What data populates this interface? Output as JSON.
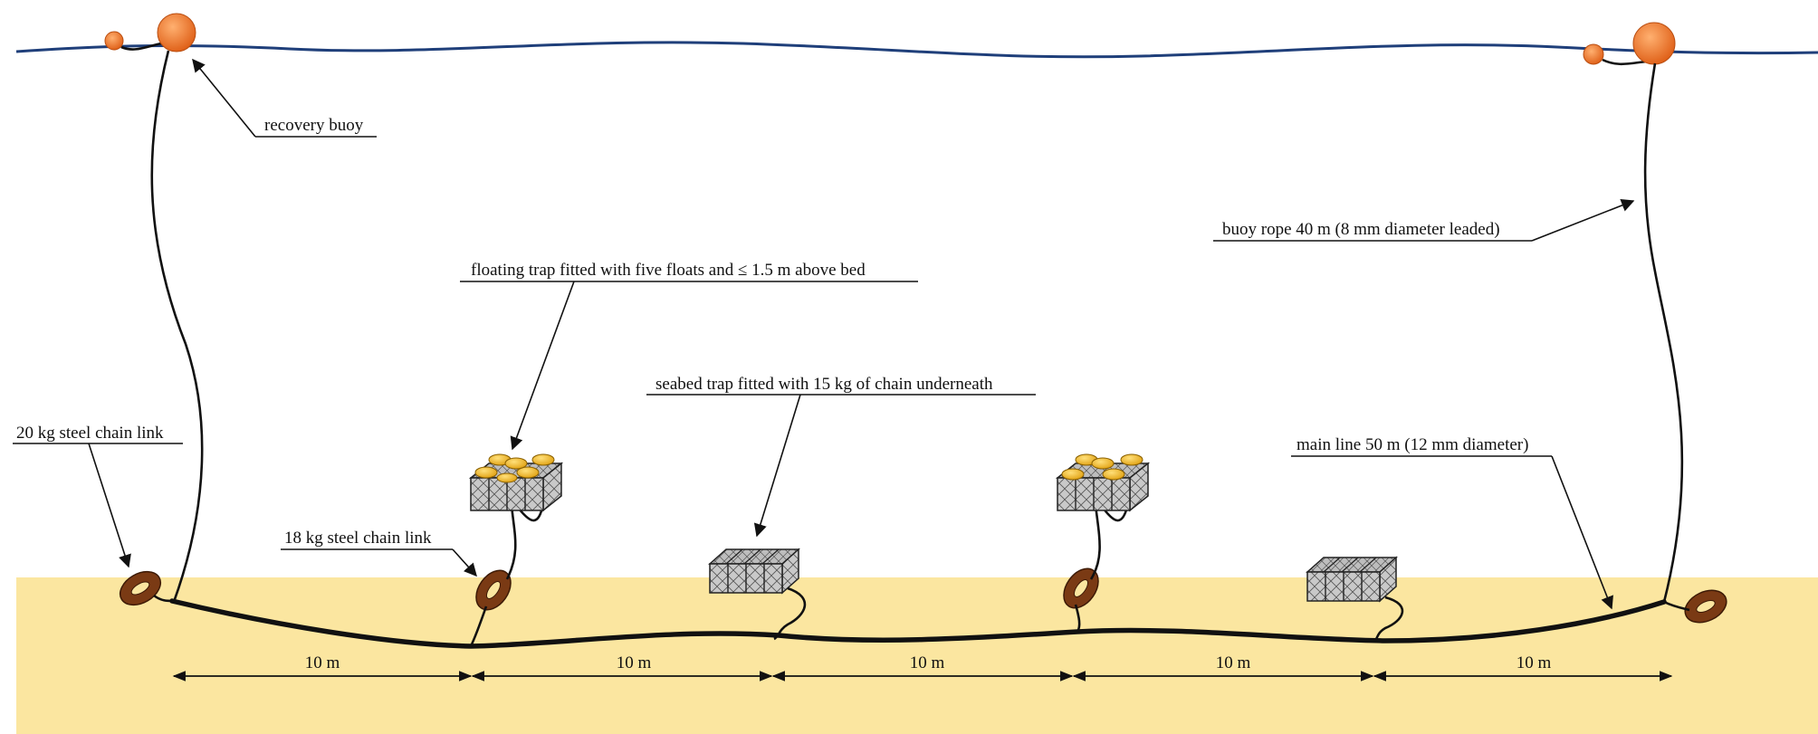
{
  "labels": {
    "recovery_buoy": "recovery buoy",
    "buoy_rope": "buoy rope 40 m (8 mm diameter leaded)",
    "floating_trap": "floating trap fitted with five floats and ≤ 1.5 m above bed",
    "seabed_trap": "seabed trap fitted with 15 kg of chain underneath",
    "chain_20kg": "20 kg steel chain link",
    "chain_18kg": "18 kg steel chain link",
    "main_line": "main line 50 m (12 mm diameter)"
  },
  "spacings": [
    "10 m",
    "10 m",
    "10 m",
    "10 m",
    "10 m"
  ],
  "colors": {
    "sea_surface": "#1f3f7a",
    "seabed": "#fbe6a0",
    "buoy": "#f07a25",
    "chain_link": "#7a3a14",
    "trap_float": "#f3b81a",
    "trap_mesh": "#c8c8c8"
  }
}
